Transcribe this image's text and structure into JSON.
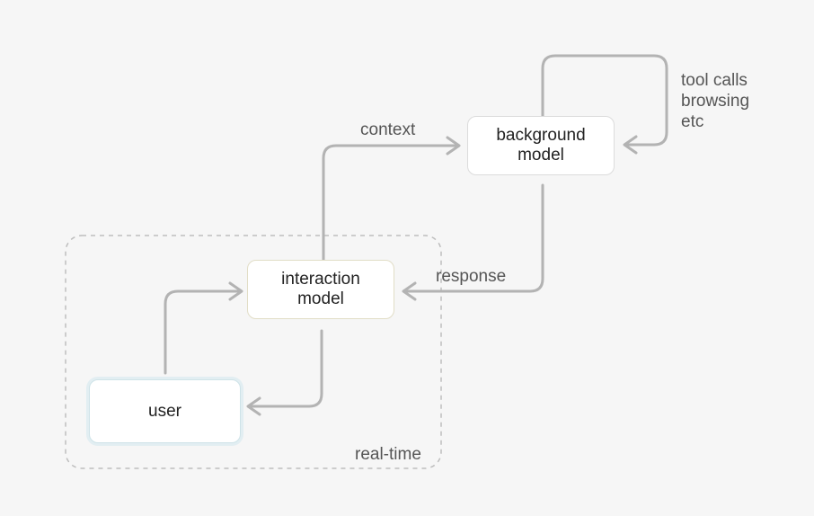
{
  "nodes": {
    "background_model": {
      "line1": "background",
      "line2": "model"
    },
    "interaction_model": {
      "line1": "interaction",
      "line2": "model"
    },
    "user": {
      "label": "user"
    }
  },
  "edges": {
    "context": "context",
    "response": "response",
    "tool_loop": [
      "tool calls",
      "browsing",
      "etc"
    ]
  },
  "group": {
    "label": "real-time"
  },
  "colors": {
    "background": "#f6f6f6",
    "arrow": "#b3b3b3",
    "group_border": "#bdbdbd",
    "text": "#222222",
    "label_text": "#555555"
  }
}
